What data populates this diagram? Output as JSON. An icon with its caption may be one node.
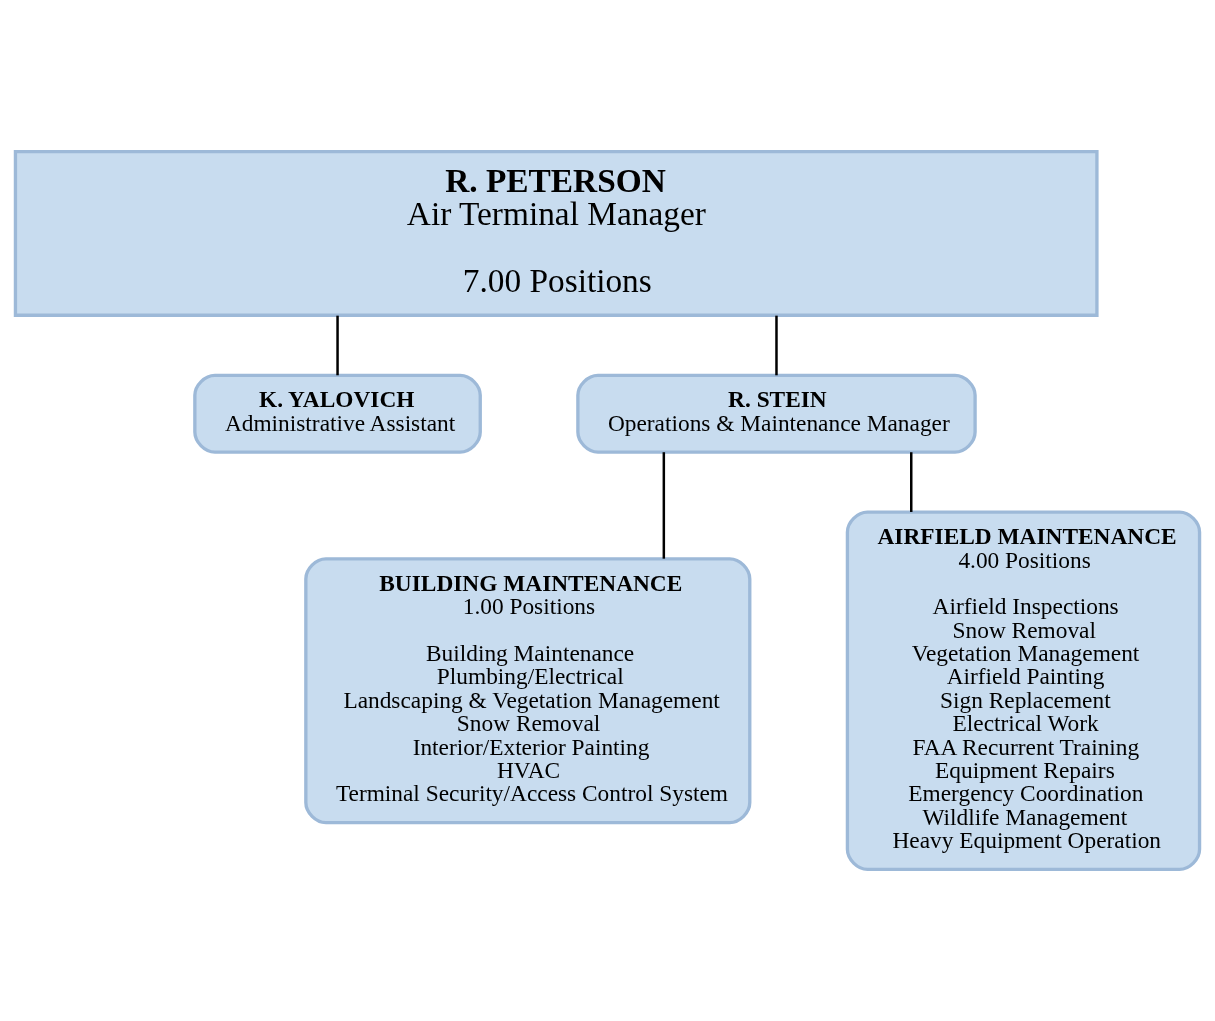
{
  "diagram": {
    "nodes": [
      {
        "text": [
          "R. PETERSON",
          "Air Terminal Manager",
          "7.00 Positions"
        ]
      },
      {
        "text": [
          "K. YALOVICH",
          "Administrative Assistant"
        ]
      },
      {
        "text": [
          "R. STEIN",
          "Operations & Maintenance Manager"
        ]
      },
      {
        "text": [
          "BUILDING MAINTENANCE",
          "1.00 Positions",
          "Building Maintenance",
          "Plumbing/Electrical",
          "Landscaping & Vegetation Management",
          "Snow Removal",
          "Interior/Exterior Painting",
          "HVAC",
          "Terminal Security/Access Control System"
        ]
      },
      {
        "text": [
          "AIRFIELD MAINTENANCE",
          "4.00 Positions",
          "Airfield Inspections",
          "Snow Removal",
          "Vegetation Management",
          "Airfield Painting",
          "Sign Replacement",
          "Electrical Work",
          "FAA Recurrent Training",
          "Equipment Repairs",
          "Emergency Coordination",
          "Wildlife Management",
          "Heavy Equipment Operation"
        ]
      }
    ],
    "edges": [
      {
        "from": 0,
        "to": 1,
        "arrow": "none"
      },
      {
        "from": 0,
        "to": 2,
        "arrow": "none"
      },
      {
        "from": 2,
        "to": 3,
        "arrow": "none"
      },
      {
        "from": 2,
        "to": 4,
        "arrow": "none"
      }
    ]
  }
}
